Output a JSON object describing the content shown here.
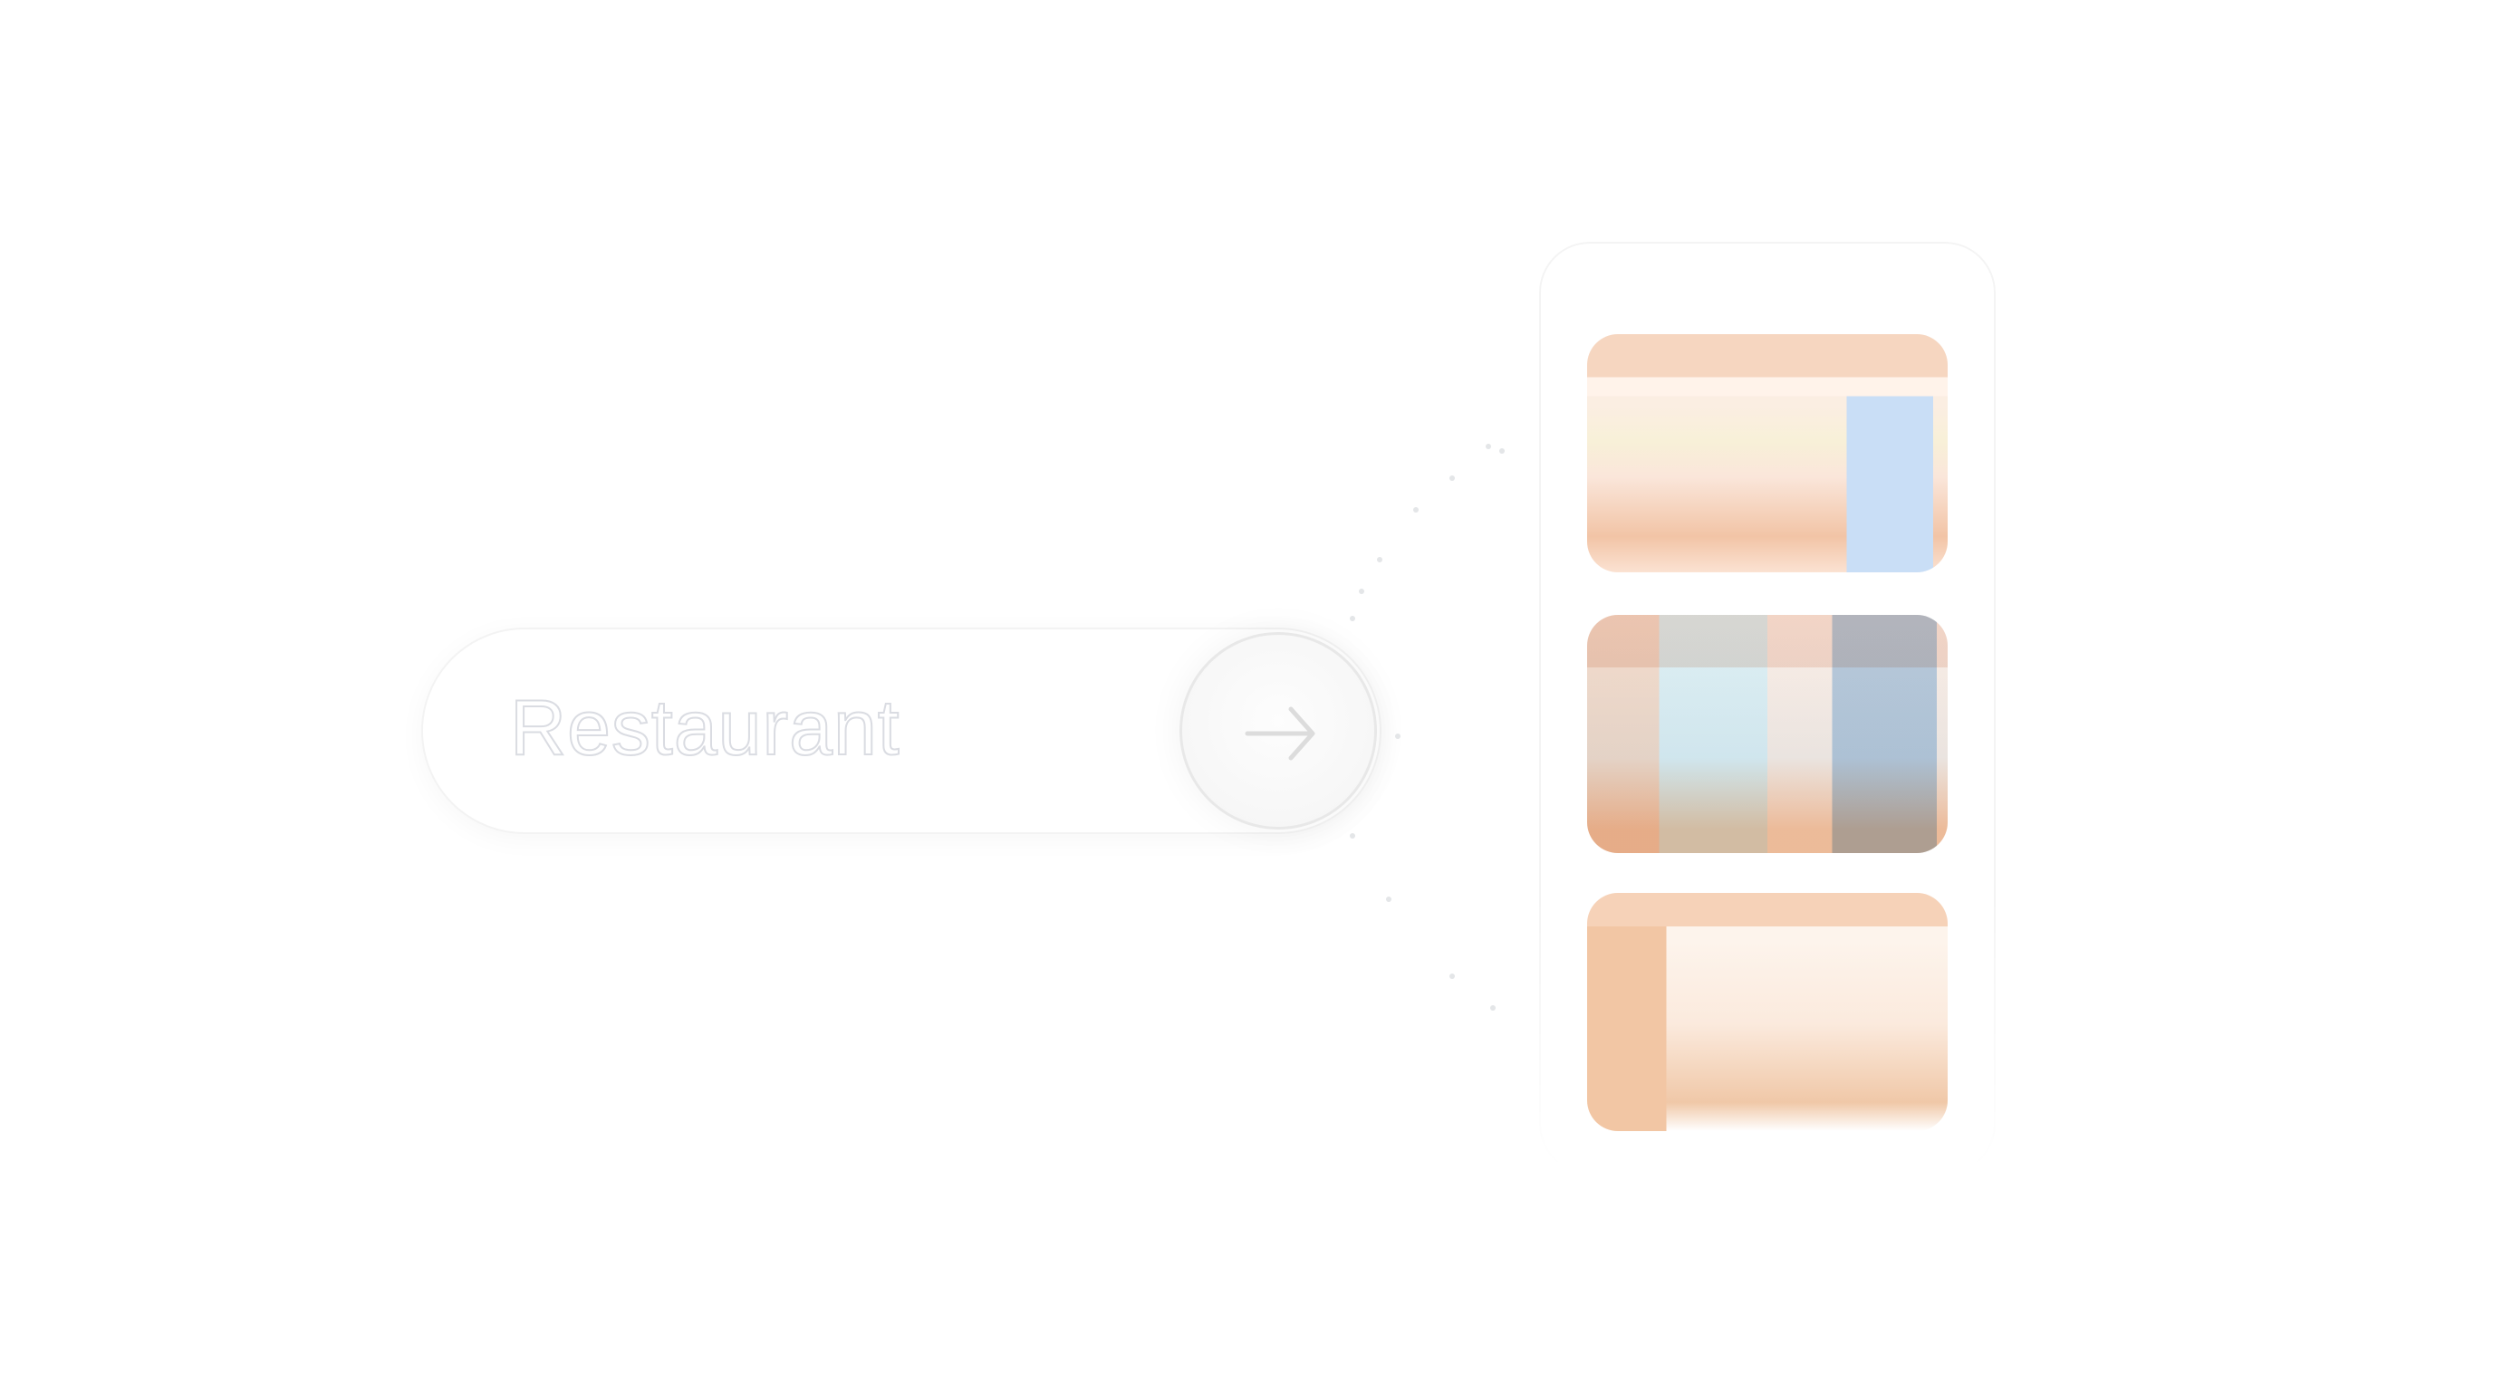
{
  "search": {
    "value": "Restaurant",
    "submit_icon": "arrow-right-icon"
  },
  "results": {
    "images": [
      {
        "subject": "restaurant-interior"
      },
      {
        "subject": "restaurant-interior"
      },
      {
        "subject": "restaurant-interior"
      }
    ]
  },
  "colors": {
    "text_outline": "#dadce2",
    "border": "#f3f3f3",
    "accent_warm": "#f2c4a6",
    "accent_cool": "#c9def6"
  }
}
